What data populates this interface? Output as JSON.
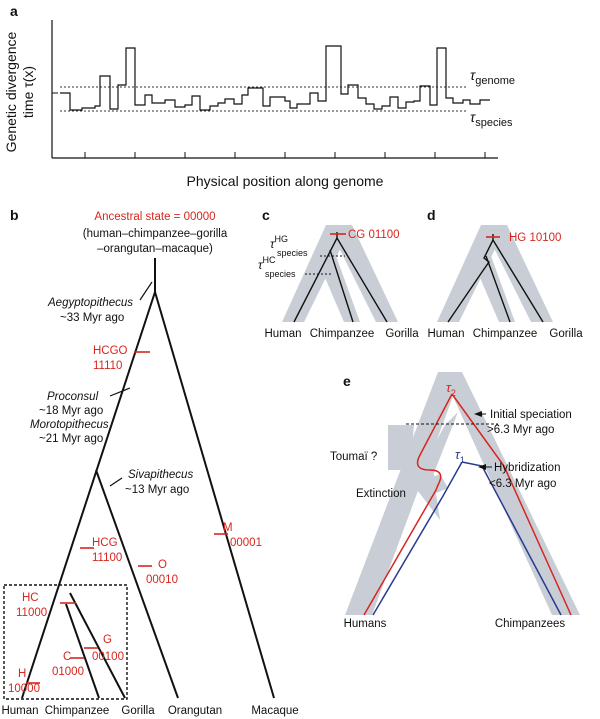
{
  "panel_a": {
    "label": "a",
    "ylabel_line1": "Genetic divergence",
    "ylabel_line2": "time τ(x)",
    "xlabel": "Physical position along genome",
    "tau_genome": "τ",
    "tau_genome_sub": "genome",
    "tau_species": "τ",
    "tau_species_sub": "species"
  },
  "panel_b": {
    "label": "b",
    "ancestral_state": "Ancestral state = 00000",
    "ancestral_desc_1": "(human–chimpanzee–gorilla",
    "ancestral_desc_2": "–orangutan–macaque)",
    "fossils": {
      "aegyptopithecus": "Aegyptopithecus",
      "aegyptopithecus_age": "~33 Myr ago",
      "proconsul": "Proconsul",
      "proconsul_age": "~18 Myr ago",
      "morotopithecus": "Morotopithecus",
      "morotopithecus_age": "~21 Myr ago",
      "sivapithecus": "Sivapithecus",
      "sivapithecus_age": "~13 Myr ago"
    },
    "mutations": {
      "hcgo": "HCGO",
      "hcgo_code": "11110",
      "hcg": "HCG",
      "hcg_code": "11100",
      "o": "O",
      "o_code": "00010",
      "m": "M",
      "m_code": "00001",
      "hc": "HC",
      "hc_code": "11000",
      "g": "G",
      "g_code": "00100",
      "c": "C",
      "c_code": "01000",
      "h": "H",
      "h_code": "10000"
    },
    "taxa": [
      "Human",
      "Chimpanzee",
      "Gorilla",
      "Orangutan",
      "Macaque"
    ]
  },
  "panel_c": {
    "label": "c",
    "mutation": "CG 01100",
    "tau_hg": "τ",
    "tau_hg_sup": "HG",
    "tau_hg_sub": "species",
    "tau_hc": "τ",
    "tau_hc_sup": "HC",
    "tau_hc_sub": "species",
    "taxa": [
      "Human",
      "Chimpanzee",
      "Gorilla"
    ]
  },
  "panel_d": {
    "label": "d",
    "mutation": "HG 10100",
    "taxa": [
      "Human",
      "Chimpanzee",
      "Gorilla"
    ]
  },
  "panel_e": {
    "label": "e",
    "tau2": "τ",
    "tau2_sub": "2",
    "tau1": "τ",
    "tau1_sub": "1",
    "initial_speciation": "Initial speciation",
    "initial_speciation_age": ">6.3 Myr ago",
    "hybridization": "Hybridization",
    "hybridization_age": "<6.3 Myr ago",
    "toumai": "Toumaï ?",
    "extinction": "Extinction",
    "humans": "Humans",
    "chimpanzees": "Chimpanzees"
  },
  "colors": {
    "mutation": "#d7261e",
    "branch": "#111111",
    "band": "#c9ced6",
    "blue_lineage": "#2a3a8f"
  }
}
